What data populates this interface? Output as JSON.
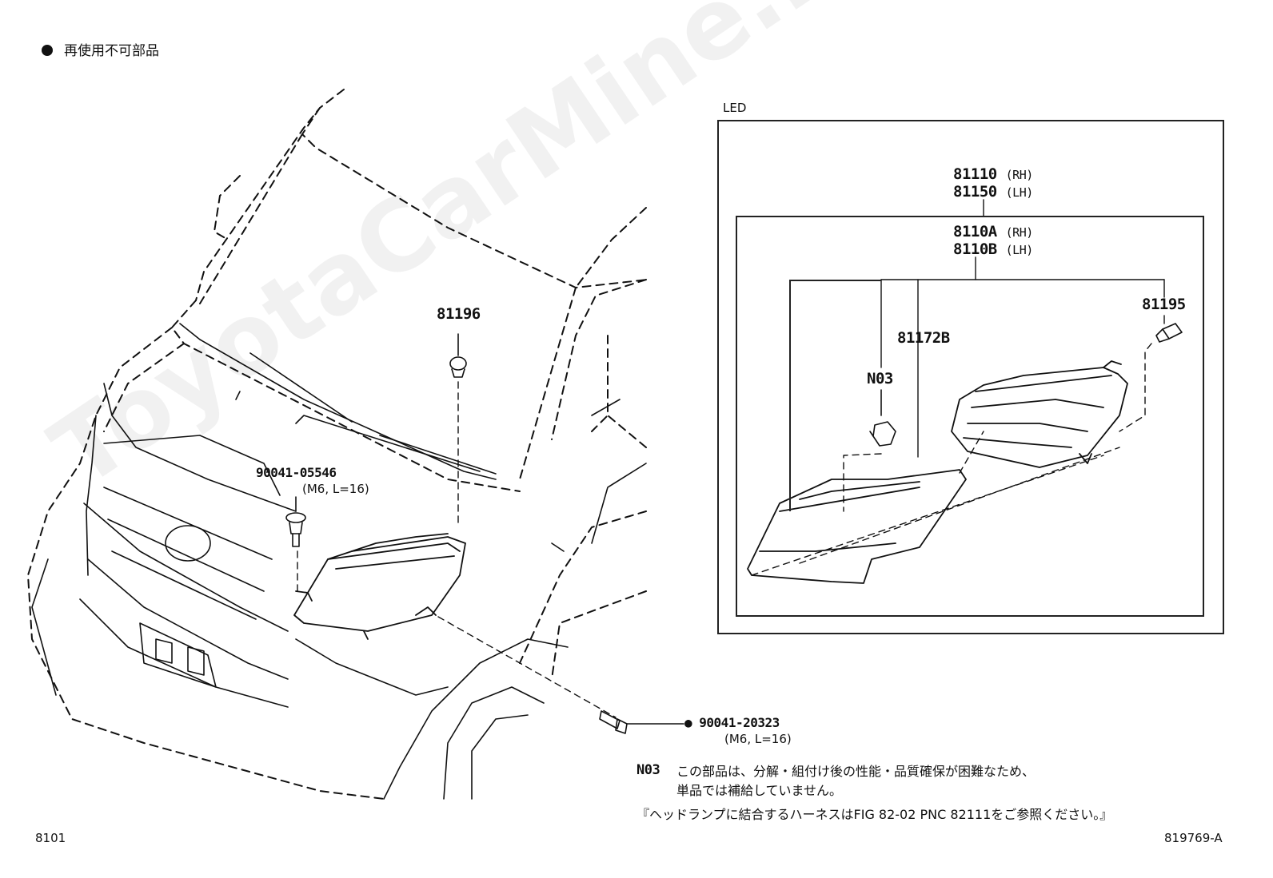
{
  "legend": {
    "symbol": "●",
    "label": "再使用不可部品"
  },
  "callouts": {
    "p81196": "81196",
    "p90041_05546": "90041-05546",
    "p90041_05546_spec": "(M6, L=16)",
    "p90041_20323": "90041-20323",
    "p90041_20323_spec": "(M6, L=16)",
    "p90041_20323_mark": "●"
  },
  "led_box": {
    "title": "LED",
    "p81110": "81110",
    "p81110_side": "(RH)",
    "p81150": "81150",
    "p81150_side": "(LH)",
    "p8110A": "8110A",
    "p8110A_side": "(RH)",
    "p8110B": "8110B",
    "p8110B_side": "(LH)",
    "p81195": "81195",
    "p81172B": "81172B",
    "pN03": "N03"
  },
  "note": {
    "code": "N03",
    "line1": "この部品は、分解・組付け後の性能・品質確保が困難なため、",
    "line2": "単品では補給していません。",
    "line3": "『ヘッドランプに結合するハーネスはFIG 82-02 PNC 82111をご参照ください。』"
  },
  "footer": {
    "page": "8101",
    "ref": "819769-A"
  },
  "watermark": "ToyotaCarMine.ru"
}
